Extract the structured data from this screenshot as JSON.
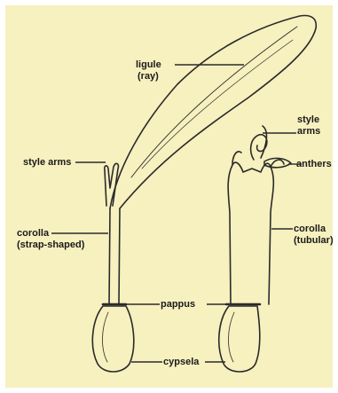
{
  "colors": {
    "background": "#f7f0bf",
    "ink": "#2a2a2a"
  },
  "labels": {
    "ligule_l1": "ligule",
    "ligule_l2": "(ray)",
    "style_arms_left": "style arms",
    "style_arms_right_l1": "style",
    "style_arms_right_l2": "arms",
    "anthers": "anthers",
    "corolla_left_l1": "corolla",
    "corolla_left_l2": "(strap-shaped)",
    "corolla_right_l1": "corolla",
    "corolla_right_l2": "(tubular)",
    "pappus": "pappus",
    "cypsela": "cypsela"
  }
}
